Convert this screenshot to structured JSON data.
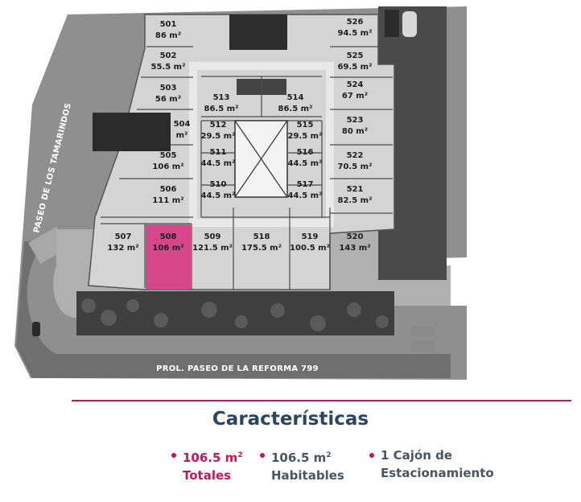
{
  "plan": {
    "units": [
      {
        "id": "501",
        "area": "86 m²"
      },
      {
        "id": "502",
        "area": "55.5 m²"
      },
      {
        "id": "503",
        "area": "56 m²"
      },
      {
        "id": "504",
        "area": "m²"
      },
      {
        "id": "505",
        "area": "106 m²"
      },
      {
        "id": "506",
        "area": "111 m²"
      },
      {
        "id": "507",
        "area": "132 m²"
      },
      {
        "id": "508",
        "area": "106 m²"
      },
      {
        "id": "509",
        "area": "121.5 m²"
      },
      {
        "id": "510",
        "area": "44.5 m²"
      },
      {
        "id": "511",
        "area": "44.5 m²"
      },
      {
        "id": "512",
        "area": "29.5 m²"
      },
      {
        "id": "513",
        "area": "86.5 m²"
      },
      {
        "id": "514",
        "area": "86.5 m²"
      },
      {
        "id": "515",
        "area": "29.5 m²"
      },
      {
        "id": "516",
        "area": "44.5 m²"
      },
      {
        "id": "517",
        "area": "44.5 m²"
      },
      {
        "id": "518",
        "area": "175.5 m²"
      },
      {
        "id": "519",
        "area": "100.5 m²"
      },
      {
        "id": "520",
        "area": "143 m²"
      },
      {
        "id": "521",
        "area": "82.5 m²"
      },
      {
        "id": "522",
        "area": "70.5 m²"
      },
      {
        "id": "523",
        "area": "80 m²"
      },
      {
        "id": "524",
        "area": "67 m²"
      },
      {
        "id": "525",
        "area": "69.5 m²"
      },
      {
        "id": "526",
        "area": "94.5 m²"
      }
    ],
    "highlight_unit": "508",
    "highlight_color": "#d8468a",
    "street_bottom": "PROL. PASEO DE LA REFORMA 799",
    "street_left": "PASEO DE LOS TAMARINDOS"
  },
  "features": {
    "title": "Características",
    "total_value": "106.5 m",
    "total_sup": "2",
    "total_label": "Totales",
    "habitable_value": "106.5 m",
    "habitable_sup": "2",
    "habitable_label": "Habitables",
    "parking_line1": "1 Cajón de",
    "parking_line2": "Estacionamiento"
  },
  "colors": {
    "accent": "#c2185b",
    "title": "#2b4560",
    "text": "#4a5564"
  }
}
